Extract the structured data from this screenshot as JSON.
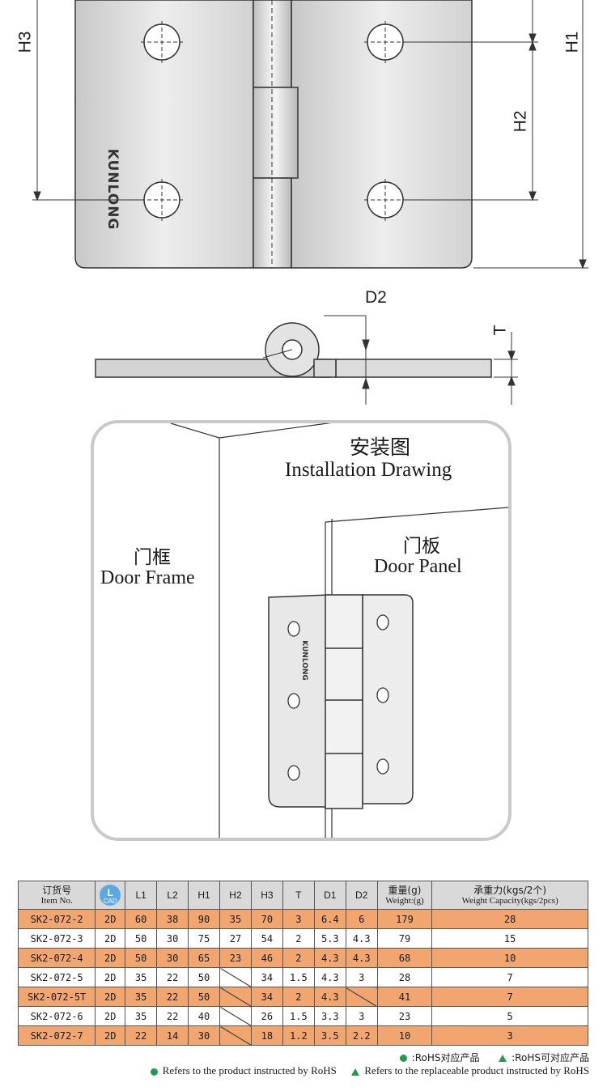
{
  "drawing": {
    "dims": {
      "h1": "H1",
      "h2": "H2",
      "h3": "H3",
      "d2": "D2",
      "t": "T"
    },
    "brand": "KUNLONG"
  },
  "installation": {
    "title_cn": "安装图",
    "title_en": "Installation Drawing",
    "frame_cn": "门框",
    "frame_en": "Door Frame",
    "panel_cn": "门板",
    "panel_en": "Door Panel"
  },
  "table": {
    "headers": {
      "item_cn": "订货号",
      "item_en": "Item No.",
      "cad_top": "L",
      "cad_bottom": "CAD",
      "l1": "L1",
      "l2": "L2",
      "h1": "H1",
      "h2": "H2",
      "h3": "H3",
      "t": "T",
      "d1": "D1",
      "d2": "D2",
      "weight_cn": "重量(g)",
      "weight_en": "Weight:(g)",
      "cap_cn": "承重力(kgs/2个)",
      "cap_en": "Weight Capacity(kgs/2pcs)"
    },
    "rows": [
      {
        "item": "SK2-072-2",
        "cad": "2D",
        "l1": "60",
        "l2": "38",
        "h1": "90",
        "h2": "35",
        "h3": "70",
        "t": "3",
        "d1": "6.4",
        "d2": "6",
        "weight": "179",
        "cap": "28"
      },
      {
        "item": "SK2-072-3",
        "cad": "2D",
        "l1": "50",
        "l2": "30",
        "h1": "75",
        "h2": "27",
        "h3": "54",
        "t": "2",
        "d1": "5.3",
        "d2": "4.3",
        "weight": "79",
        "cap": "15"
      },
      {
        "item": "SK2-072-4",
        "cad": "2D",
        "l1": "50",
        "l2": "30",
        "h1": "65",
        "h2": "23",
        "h3": "46",
        "t": "2",
        "d1": "4.3",
        "d2": "4.3",
        "weight": "68",
        "cap": "10"
      },
      {
        "item": "SK2-072-5",
        "cad": "2D",
        "l1": "35",
        "l2": "22",
        "h1": "50",
        "h2": "",
        "h3": "34",
        "t": "1.5",
        "d1": "4.3",
        "d2": "3",
        "weight": "28",
        "cap": "7"
      },
      {
        "item": "SK2-072-5T",
        "cad": "2D",
        "l1": "35",
        "l2": "22",
        "h1": "50",
        "h2": "",
        "h3": "34",
        "t": "2",
        "d1": "4.3",
        "d2": "",
        "weight": "41",
        "cap": "7"
      },
      {
        "item": "SK2-072-6",
        "cad": "2D",
        "l1": "35",
        "l2": "22",
        "h1": "40",
        "h2": "",
        "h3": "26",
        "t": "1.5",
        "d1": "3.3",
        "d2": "3",
        "weight": "23",
        "cap": "5"
      },
      {
        "item": "SK2-072-7",
        "cad": "2D",
        "l1": "22",
        "l2": "14",
        "h1": "30",
        "h2": "",
        "h3": "18",
        "t": "1.2",
        "d1": "3.5",
        "d2": "2.2",
        "weight": "10",
        "cap": "3"
      }
    ]
  },
  "legend": {
    "rohs_cn": ":RoHS对应产品",
    "replace_cn": ":RoHS可对应产品",
    "rohs_en": "Refers to the product instructed by RoHS",
    "replace_en": "Refers to the replaceable product instructed by RoHS",
    "colors": {
      "marker": "#1e9c4a",
      "orange_row": "#f0a66e",
      "header": "#d9d9d9"
    }
  }
}
